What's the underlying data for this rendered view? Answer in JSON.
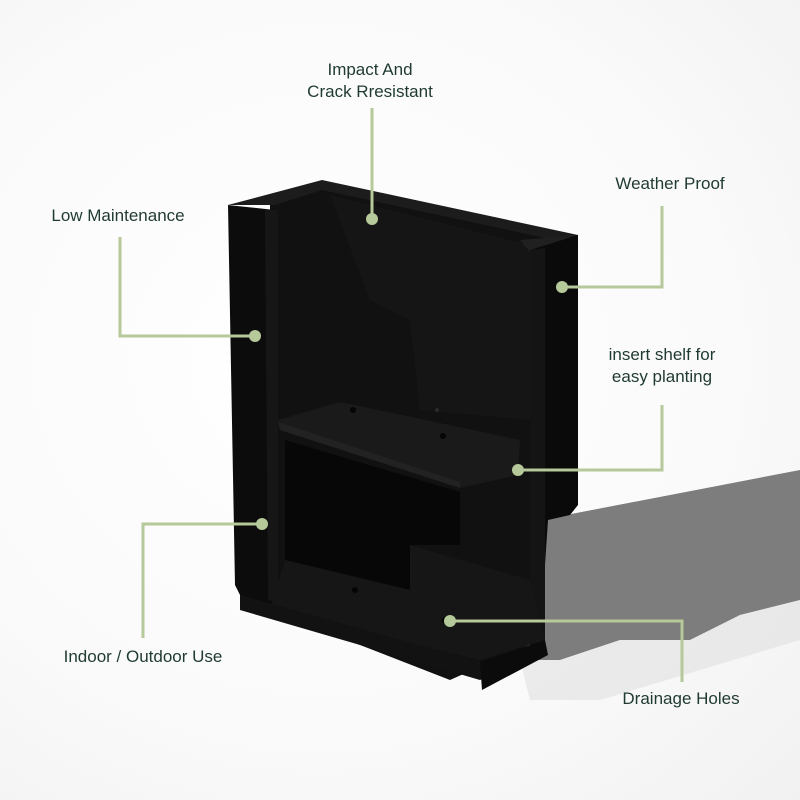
{
  "colors": {
    "accent_line": "#b5c99a",
    "label_text": "#1f3a30",
    "planter": "#0e0e0e",
    "shadow": "#7a7a7a"
  },
  "callouts": [
    {
      "id": "impact",
      "line1": "Impact And",
      "line2": "Crack Rresistant"
    },
    {
      "id": "weather",
      "line1": "Weather Proof"
    },
    {
      "id": "low_maintenance",
      "line1": "Low Maintenance"
    },
    {
      "id": "shelf",
      "line1": "insert shelf for",
      "line2": "easy planting"
    },
    {
      "id": "indoor_outdoor",
      "line1": "Indoor / Outdoor Use"
    },
    {
      "id": "drainage",
      "line1": "Drainage Holes"
    }
  ]
}
